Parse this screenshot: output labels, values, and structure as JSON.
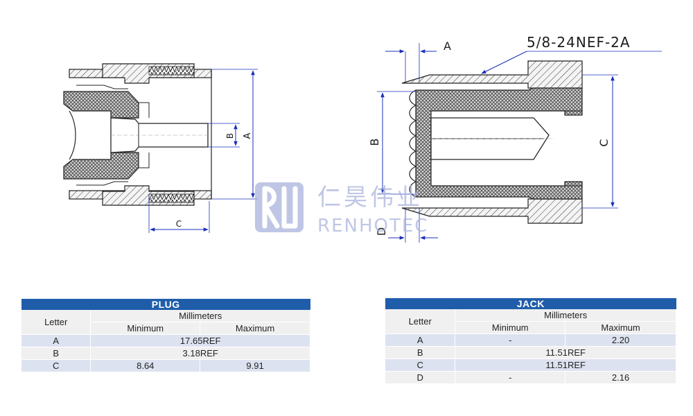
{
  "colors": {
    "table_header": "#1f5dab",
    "row_alt": "#dde2f0",
    "row_plain": "#f0f0f0",
    "dimension_line": "#1a2fb8",
    "watermark": "#aab4dd"
  },
  "watermark": {
    "cn": "仁昊伟业",
    "en": "RENHOTEC"
  },
  "plug_drawing": {
    "dim_labels": {
      "a": "A",
      "b": "B",
      "c": "C"
    }
  },
  "jack_drawing": {
    "thread_label": "5/8-24NEF-2A",
    "dim_labels": {
      "a": "A",
      "b": "B",
      "c": "C",
      "d": "D"
    }
  },
  "plug_table": {
    "title": "PLUG",
    "letter_header": "Letter",
    "group_header": "Millimeters",
    "min_header": "Minimum",
    "max_header": "Maximum",
    "rows": [
      {
        "letter": "A",
        "value": "17.65REF"
      },
      {
        "letter": "B",
        "value": "3.18REF"
      },
      {
        "letter": "C",
        "min": "8.64",
        "max": "9.91"
      }
    ]
  },
  "jack_table": {
    "title": "JACK",
    "letter_header": "Letter",
    "group_header": "Millimeters",
    "min_header": "Minimum",
    "max_header": "Maximum",
    "rows": [
      {
        "letter": "A",
        "min": "-",
        "max": "2.20"
      },
      {
        "letter": "B",
        "value": "11.51REF"
      },
      {
        "letter": "C",
        "value": "11.51REF"
      },
      {
        "letter": "D",
        "min": "-",
        "max": "2.16"
      }
    ]
  }
}
